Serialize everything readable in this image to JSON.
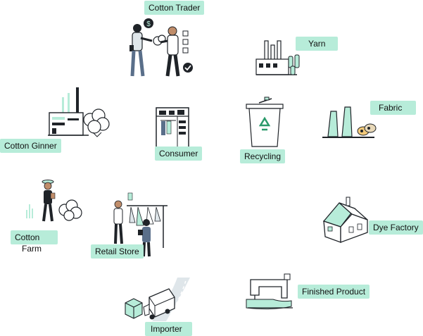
{
  "diagram": {
    "accent_color": "#b7ecd9",
    "ink_color": "#1f2328",
    "nodes": {
      "cotton_trader": {
        "label": "Cotton Trader",
        "icon": "traders-shaking-hands-icon"
      },
      "yarn": {
        "label": "Yarn",
        "icon": "yarn-factory-icon"
      },
      "fabric": {
        "label": "Fabric",
        "icon": "fabric-rolls-icon"
      },
      "recycling": {
        "label": "Recycling",
        "icon": "recycling-bin-icon"
      },
      "consumer": {
        "label": "Consumer",
        "icon": "wardrobe-icon"
      },
      "cotton_ginner": {
        "label": "Cotton Ginner",
        "icon": "ginning-factory-icon"
      },
      "cotton_farm": {
        "label_line1": "Cotton",
        "label_line2": "Farm",
        "icon": "farmer-cotton-icon"
      },
      "retail_store": {
        "label": "Retail Store",
        "icon": "clothing-rack-shoppers-icon"
      },
      "dye_factory": {
        "label": "Dye Factory",
        "icon": "dye-house-icon"
      },
      "finished_product": {
        "label": "Finished Product",
        "icon": "sewing-machine-icon"
      },
      "importer": {
        "label": "Importer",
        "icon": "delivery-truck-icon"
      }
    }
  }
}
